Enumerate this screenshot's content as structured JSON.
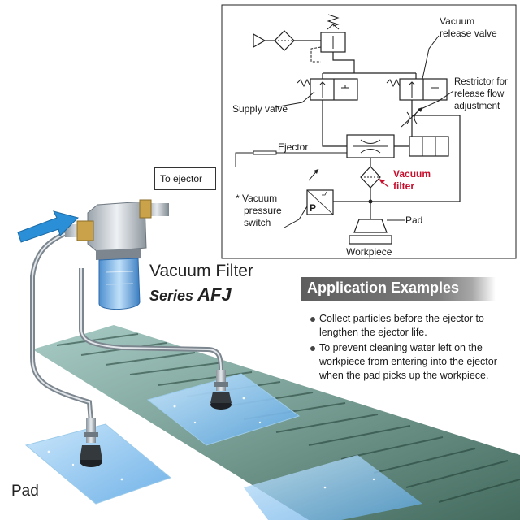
{
  "schematic": {
    "labels": {
      "vacuum_release_valve": [
        "Vacuum",
        "release valve"
      ],
      "restrictor": [
        "Restrictor for",
        "release flow",
        "adjustment"
      ],
      "supply_valve": "Supply valve",
      "ejector": "Ejector",
      "to_ejector": "To ejector",
      "vacuum_filter": [
        "Vacuum",
        "filter"
      ],
      "vacuum_pressure_switch": [
        "* Vacuum",
        "pressure",
        "switch"
      ],
      "pad": "Pad",
      "workpiece": "Workpiece",
      "pressure_switch_letter": "P"
    }
  },
  "illustration": {
    "product_name": "Vacuum Filter",
    "series_word": "Series",
    "series_code": "AFJ",
    "pad_label": "Pad"
  },
  "application": {
    "title": "Application Examples",
    "items": [
      "Collect particles before the ejector to lengthen the ejector life.",
      "To prevent cleaning water left on the workpiece from entering into the ejector when the pad picks up the workpiece."
    ]
  },
  "colors": {
    "accent_red": "#c8102e",
    "flow_arrow": "#2a8fd6",
    "band_gray": "#6e6e6e",
    "conveyor_green": "#3e6f5e"
  }
}
